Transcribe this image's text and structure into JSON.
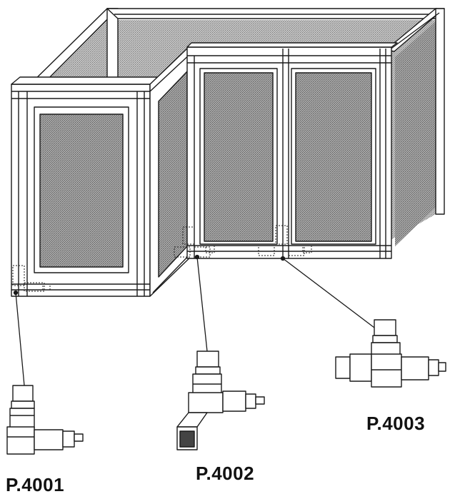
{
  "labels": {
    "p4001": "P.4001",
    "p4002": "P.4002",
    "p4003": "P.4003"
  },
  "colors": {
    "line": "#1a1a1a",
    "frame_fill": "#ffffff",
    "panel_fill": "#b9b9b9",
    "connector_fill": "#e8e8e8"
  }
}
